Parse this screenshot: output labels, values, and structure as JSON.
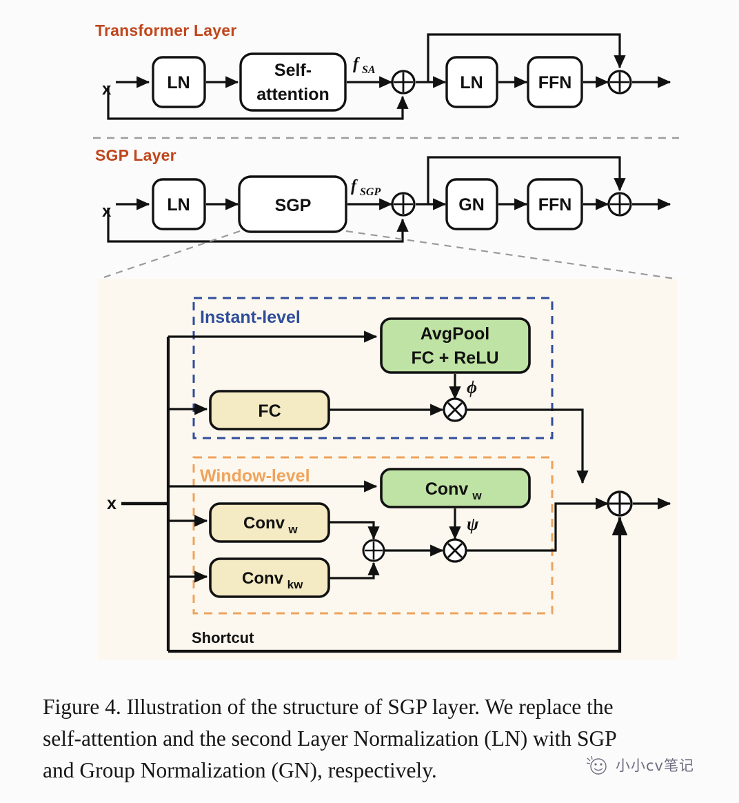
{
  "figure": {
    "sections": {
      "transformer": {
        "title": "Transformer Layer",
        "input_label": "x",
        "blocks": [
          "LN",
          "Self-\nattention",
          "LN",
          "FFN"
        ],
        "block1": "LN",
        "block2_line1": "Self-",
        "block2_line2": "attention",
        "block3": "LN",
        "block4": "FFN",
        "feature_label": "f",
        "feature_sub": "SA",
        "op_add": "⊕"
      },
      "sgp": {
        "title": "SGP Layer",
        "input_label": "x",
        "block1": "LN",
        "block2": "SGP",
        "block3": "GN",
        "block4": "FFN",
        "feature_label": "f",
        "feature_sub": "SGP",
        "op_add": "⊕"
      },
      "detail": {
        "input_label": "x",
        "instant_level_label": "Instant-level",
        "window_level_label": "Window-level",
        "shortcut_label": "Shortcut",
        "instant": {
          "green_block_line1": "AvgPool",
          "green_block_line2": "FC + ReLU",
          "yellow_block": "FC",
          "gate_symbol": "ϕ",
          "op_mul": "⊗"
        },
        "window": {
          "green_block": "Conv",
          "green_block_sub": "w",
          "yellow_block1": "Conv",
          "yellow_block1_sub": "w",
          "yellow_block2": "Conv",
          "yellow_block2_sub": "kw",
          "gate_symbol": "ψ",
          "op_add": "⊕",
          "op_mul": "⊗"
        },
        "final_op_add": "⊕"
      }
    },
    "caption": {
      "line1": "Figure 4. Illustration of the structure of SGP layer. We replace the",
      "line2": "self-attention and the second Layer Normalization (LN) with SGP",
      "line3": "and Group Normalization (GN), respectively."
    },
    "watermark": {
      "text": "小小cv笔记"
    },
    "colors": {
      "section_title": "#c0461b",
      "instant_dashed_border": "#2f4d9b",
      "window_dashed_border": "#efa35c",
      "green_block_fill": "#bfe3a4",
      "yellow_block_fill": "#f4eac3",
      "panel_background": "#fcf8ef",
      "line": "#111111",
      "guide_dashed": "#9a9a9a"
    }
  }
}
